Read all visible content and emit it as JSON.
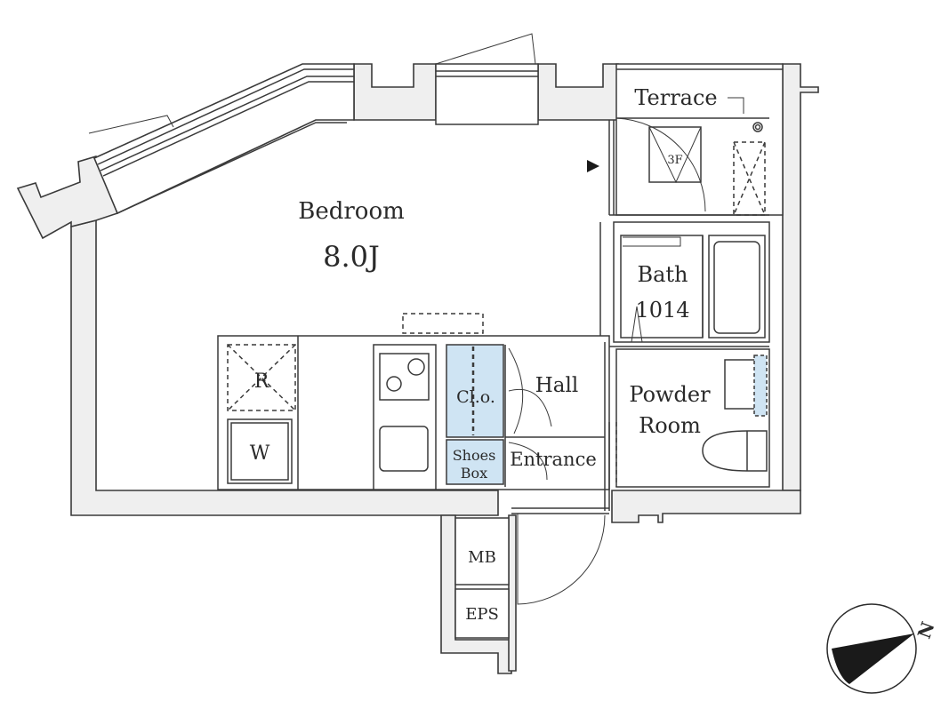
{
  "floor_plan": {
    "rooms": {
      "bedroom": {
        "name": "Bedroom",
        "size": "8.0J"
      },
      "terrace": {
        "name": "Terrace"
      },
      "bath": {
        "name": "Bath",
        "size": "1014"
      },
      "powder_room": {
        "line1": "Powder",
        "line2": "Room"
      },
      "hall": {
        "name": "Hall"
      },
      "entrance": {
        "name": "Entrance"
      }
    },
    "fixtures": {
      "refrigerator": "R",
      "washer": "W",
      "closet": "Cl.o.",
      "shoes_box_line1": "Shoes",
      "shoes_box_line2": "Box",
      "meter_box": "MB",
      "eps": "EPS",
      "outdoor_unit": "3F"
    },
    "compass": {
      "north_label": "N"
    },
    "colors": {
      "wall_fill": "#efefef",
      "line": "#3a3a3a",
      "storage_highlight": "#cfe4f3"
    }
  }
}
